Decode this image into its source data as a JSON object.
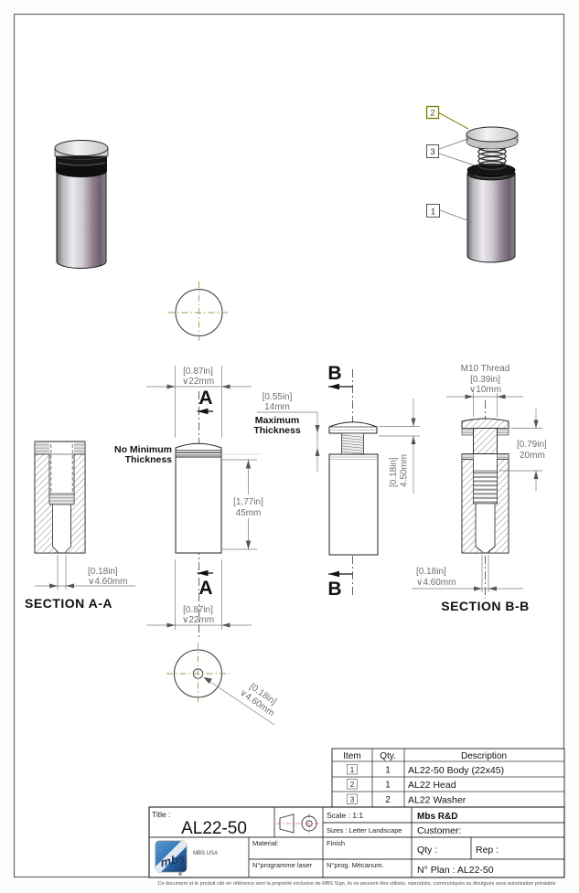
{
  "drawing": {
    "cut_a": "A",
    "cut_b": "B",
    "callouts": {
      "c1": "1",
      "c2": "2",
      "c3": "3"
    },
    "dims": {
      "dia22_in": "[0.87in]",
      "dia22_mm": "∨22mm",
      "h45_in": "[1.77in]",
      "h45_mm": "45mm",
      "gap14_in": "[0.55in]",
      "gap14_mm": "14mm",
      "washer_in": "[0.18in]",
      "washer_mm": "4.50mm",
      "hole_in": "[0.18in]",
      "hole_mm": "∨4.60mm",
      "thread_label": "M10 Thread",
      "thread_in": "[0.39in]",
      "thread_mm": "∨10mm",
      "depth_in": "[0.79in]",
      "depth_mm": "20mm"
    },
    "notes": {
      "no_min_1": "No Minimum",
      "no_min_2": "Thickness",
      "max_1": "Maximum",
      "max_2": "Thickness"
    },
    "sections": {
      "a": "SECTION A-A",
      "b": "SECTION B-B"
    }
  },
  "bom": {
    "headers": [
      "Item",
      "Qty.",
      "Description"
    ],
    "rows": [
      {
        "item": "1",
        "qty": "1",
        "desc": "AL22-50 Body (22x45)"
      },
      {
        "item": "2",
        "qty": "1",
        "desc": "AL22 Head"
      },
      {
        "item": "3",
        "qty": "2",
        "desc": "AL22 Washer"
      }
    ]
  },
  "title_block": {
    "title_label": "Title :",
    "title": "AL22-50",
    "scale": "Scale : 1:1",
    "sizes": "Sizes : Letter Landscape",
    "company": "Mbs R&D",
    "customer": "Customer:",
    "material": "Material:",
    "finish": "Finish",
    "qty": "Qty :",
    "rep": "Rep :",
    "prog_laser": "N°programme laser",
    "prog_meca": "N°prog. Mécanum.",
    "plan": "N° Plan : AL22-50",
    "logo_text": "mbs",
    "logo_caption": "MBS USA"
  },
  "colors": {
    "highlight_olive": "#7f7f00",
    "centerline_olive": "#9a9a52",
    "projection_red": "#cc3333",
    "logo_blue": "#2a6db5"
  },
  "footer": "Ce document et le produit cité en référence sont la propriété exclusive de MBS Sign, ils ne peuvent être utilisés, reproduits, communiqués ou divulgués sans autorisation préalable"
}
